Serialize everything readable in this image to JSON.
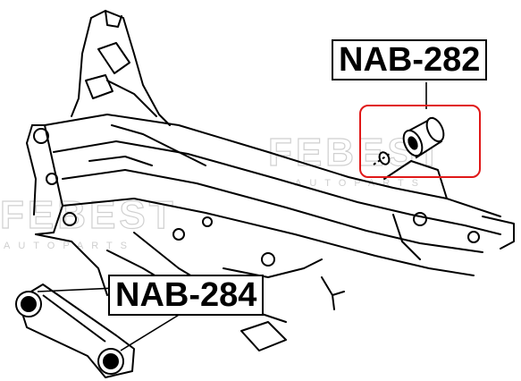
{
  "watermark": {
    "brand": "FEBEST",
    "sub": "AUTOPARTS"
  },
  "parts": [
    {
      "code": "NAB-282"
    },
    {
      "code": "NAB-284"
    }
  ],
  "colors": {
    "highlight": "#e01818",
    "line": "#000000",
    "watermark": "#d0d0d0"
  }
}
